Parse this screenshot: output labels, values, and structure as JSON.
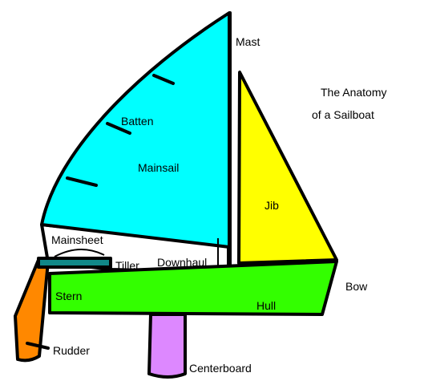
{
  "title_lines": [
    "The Anatomy",
    "of a Sailboat"
  ],
  "labels": {
    "mast": "Mast",
    "batten": "Batten",
    "mainsail": "Mainsail",
    "jib": "Jib",
    "mainsheet": "Mainsheet",
    "tiller": "Tiller",
    "downhaul": "Downhaul",
    "bow": "Bow",
    "stern": "Stern",
    "hull": "Hull",
    "rudder": "Rudder",
    "centerboard": "Centerboard"
  },
  "colors": {
    "mainsail": "#00ffff",
    "jib": "#ffff00",
    "hull": "#33ff00",
    "rudder": "#ff8800",
    "centerboard": "#dd88ff",
    "tiller": "#118888",
    "outline": "#000000"
  }
}
